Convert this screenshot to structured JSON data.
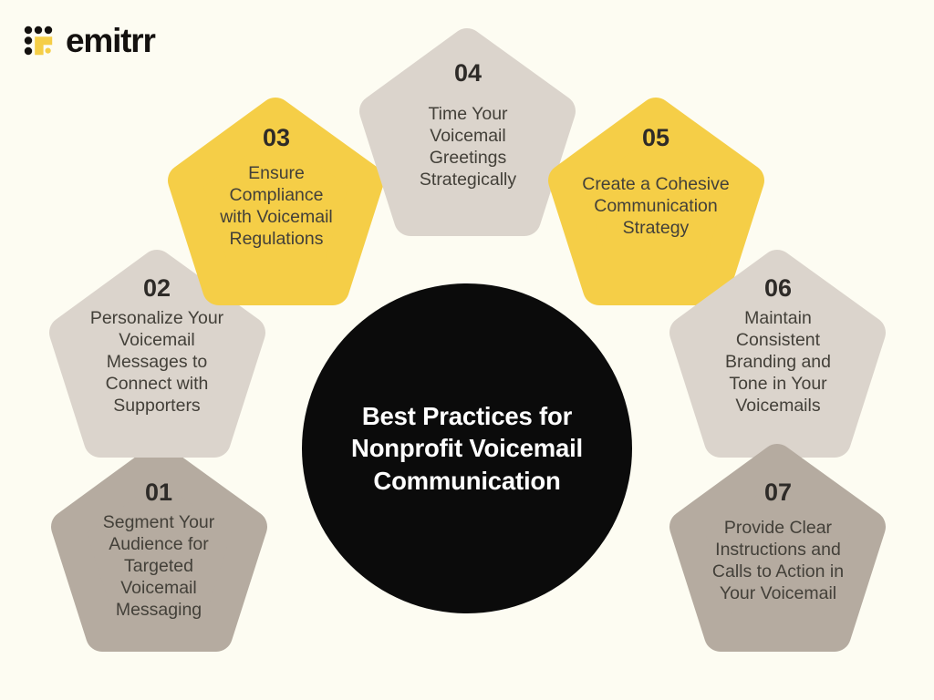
{
  "brand": {
    "name": "emitrr",
    "logo_icon": "emitrr-dot-matrix-logo",
    "accent_color": "#F5CE47",
    "text_color": "#14110F"
  },
  "center": {
    "title": "Best Practices for Nonprofit Voicemail Communication",
    "background_color": "#0B0B0B",
    "text_color": "#FFFFFF"
  },
  "canvas": {
    "background_color": "#FDFCF2"
  },
  "palette": {
    "yellow": "#F5CE47",
    "light_taupe": "#DBD4CC",
    "dark_taupe": "#B5ABA0",
    "text": "#434039"
  },
  "steps": [
    {
      "number": "01",
      "text": "Segment Your\nAudience for\nTargeted\nVoicemail\nMessaging",
      "color": "#B5ABA0"
    },
    {
      "number": "02",
      "text": "Personalize Your\nVoicemail\nMessages to\nConnect with\nSupporters",
      "color": "#DBD4CC"
    },
    {
      "number": "03",
      "text": "Ensure\nCompliance\nwith Voicemail\nRegulations",
      "color": "#F5CE47"
    },
    {
      "number": "04",
      "text": "Time Your\nVoicemail\nGreetings\nStrategically",
      "color": "#DBD4CC"
    },
    {
      "number": "05",
      "text": "Create a Cohesive\nCommunication\nStrategy",
      "color": "#F5CE47"
    },
    {
      "number": "06",
      "text": "Maintain\nConsistent\nBranding and\nTone in Your\nVoicemails",
      "color": "#DBD4CC"
    },
    {
      "number": "07",
      "text": "Provide Clear\nInstructions and\nCalls to Action in\nYour Voicemail",
      "color": "#B5ABA0"
    }
  ]
}
